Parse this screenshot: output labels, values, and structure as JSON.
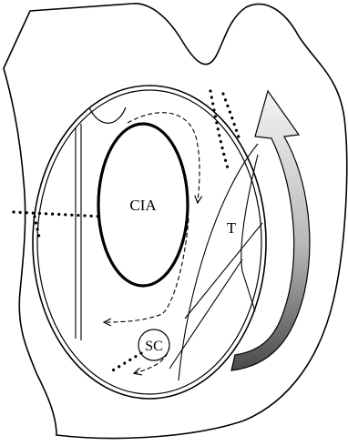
{
  "labels": {
    "cia": "CIA",
    "t": "T",
    "sc": "SC"
  },
  "colors": {
    "stroke": "#000000",
    "background": "#ffffff",
    "arrow_light": "#f2f2f2",
    "arrow_dark": "#5a5a5a"
  }
}
